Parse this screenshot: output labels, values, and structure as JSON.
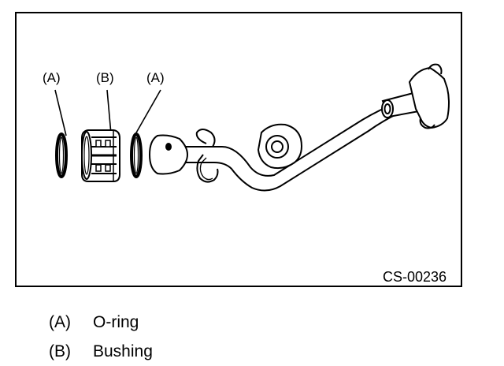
{
  "figure": {
    "callouts": [
      {
        "id": "A"
      },
      {
        "id": "B"
      },
      {
        "id": "A"
      }
    ],
    "callout_text": [
      "(A)",
      "(B)",
      "(A)"
    ],
    "code": "CS-00236"
  },
  "legend": {
    "items": [
      {
        "key": "(A)",
        "label": "O-ring"
      },
      {
        "key": "(B)",
        "label": "Bushing"
      }
    ]
  },
  "colors": {
    "line": "#000000",
    "background": "#ffffff"
  }
}
